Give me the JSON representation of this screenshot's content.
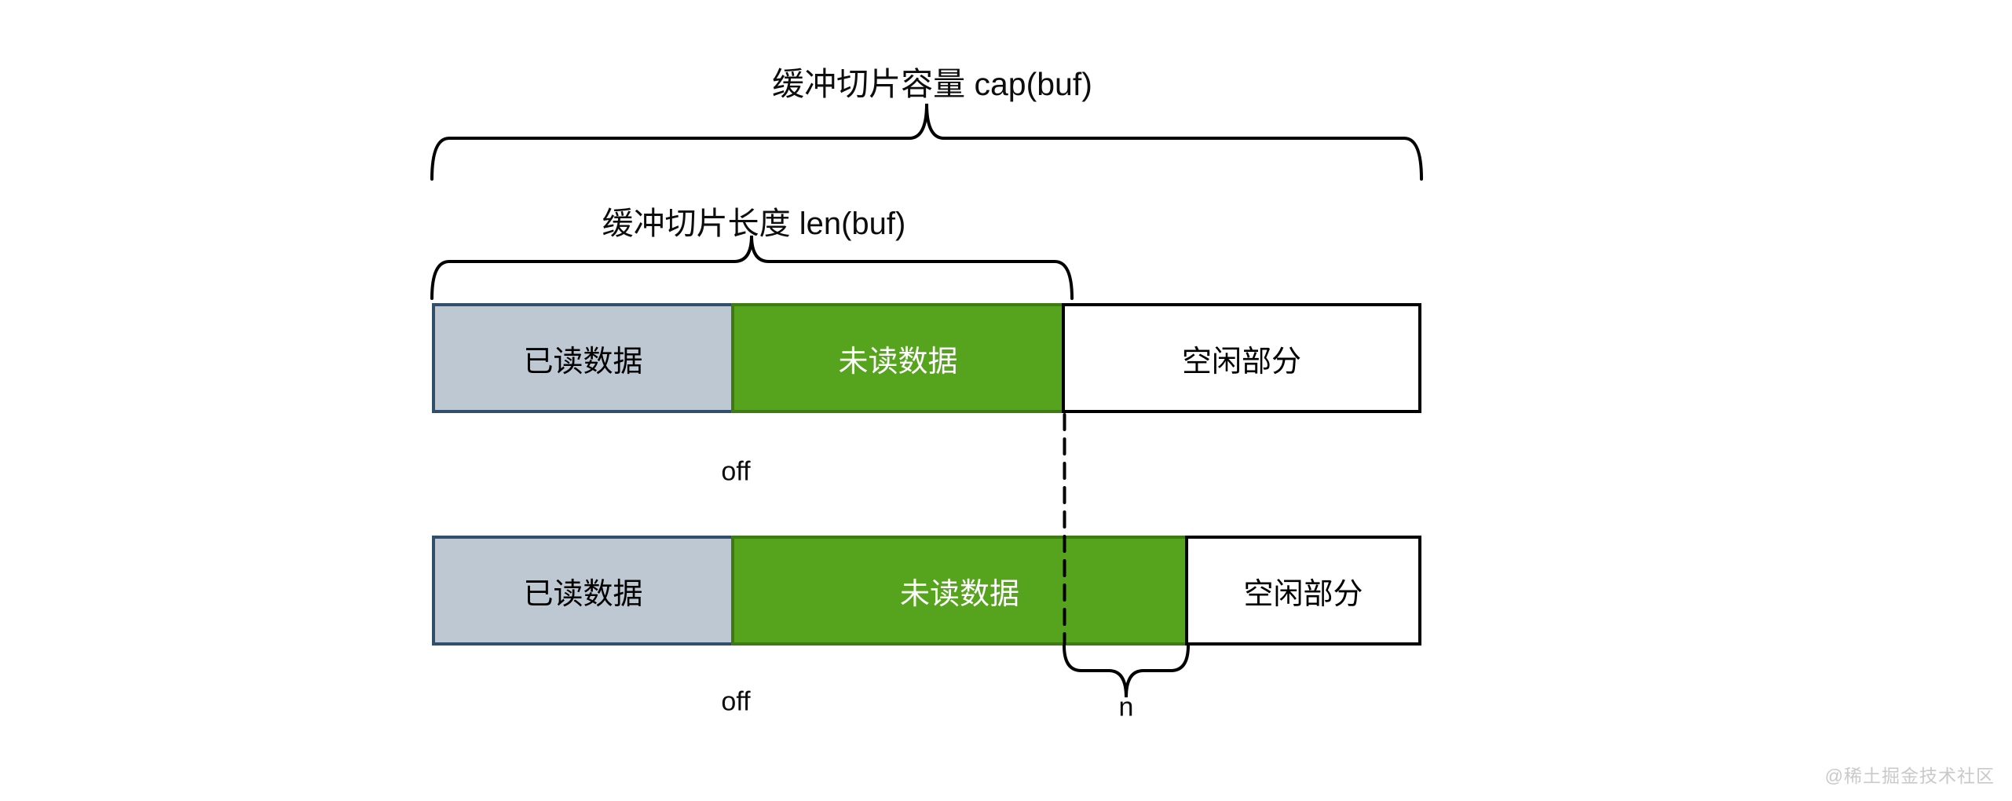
{
  "diagram": {
    "title_cap": "缓冲切片容量 cap(buf)",
    "title_len": "缓冲切片长度 len(buf)",
    "off_label_top": "off",
    "off_label_bottom": "off",
    "n_label": "n",
    "watermark": "@稀土掘金技术社区",
    "bars": {
      "top": {
        "segments": [
          {
            "label": "已读数据",
            "fill": "#bec8d2",
            "border": "#2f4f6c",
            "text_color": "#000000"
          },
          {
            "label": "未读数据",
            "fill": "#56a41d",
            "border": "#3d7c10",
            "text_color": "#ffffff"
          },
          {
            "label": "空闲部分",
            "fill": "#ffffff",
            "border": "#000000",
            "text_color": "#000000"
          }
        ]
      },
      "bottom": {
        "segments": [
          {
            "label": "已读数据",
            "fill": "#bec8d2",
            "border": "#2f4f6c",
            "text_color": "#000000"
          },
          {
            "label": "未读数据",
            "fill": "#56a41d",
            "border": "#3d7c10",
            "text_color": "#ffffff"
          },
          {
            "label": "空闲部分",
            "fill": "#ffffff",
            "border": "#000000",
            "text_color": "#000000"
          }
        ]
      }
    },
    "colors": {
      "background": "#ffffff",
      "read_fill": "#bec8d2",
      "read_border": "#2f4f6c",
      "unread_fill": "#56a41d",
      "unread_border": "#3d7c10",
      "free_fill": "#ffffff",
      "free_border": "#000000",
      "line": "#000000",
      "watermark": "#c9c9c9"
    }
  }
}
